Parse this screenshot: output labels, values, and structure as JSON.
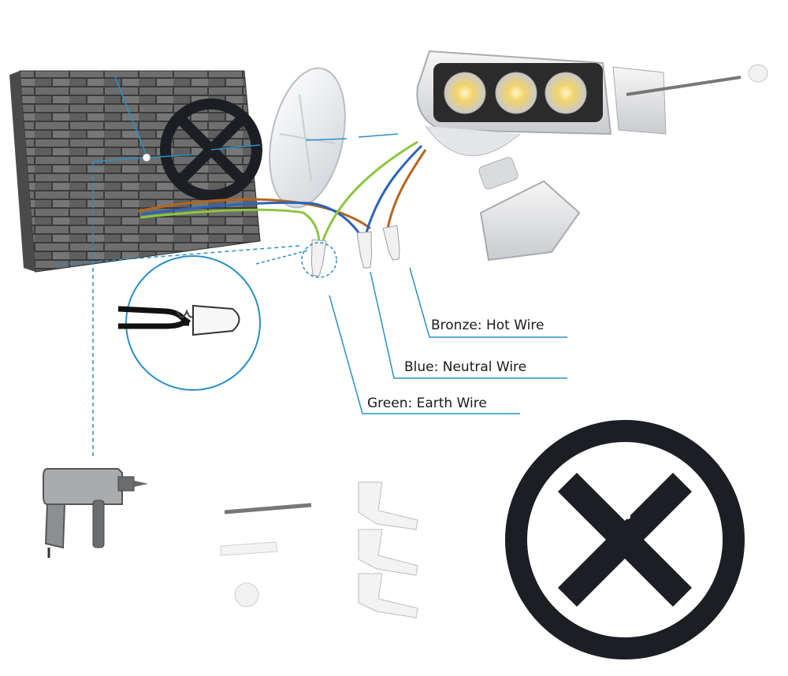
{
  "labels": {
    "hot": "Bronze: Hot Wire",
    "neutral": "Blue: Neutral Wire",
    "earth": "Green: Earth Wire"
  },
  "colors": {
    "bronze": "#b5651d",
    "blue": "#2a64b8",
    "green": "#8cc63f",
    "leader": "#2a8fc7",
    "gasket": "#1b1f24",
    "brick": "#5a5a5a"
  }
}
